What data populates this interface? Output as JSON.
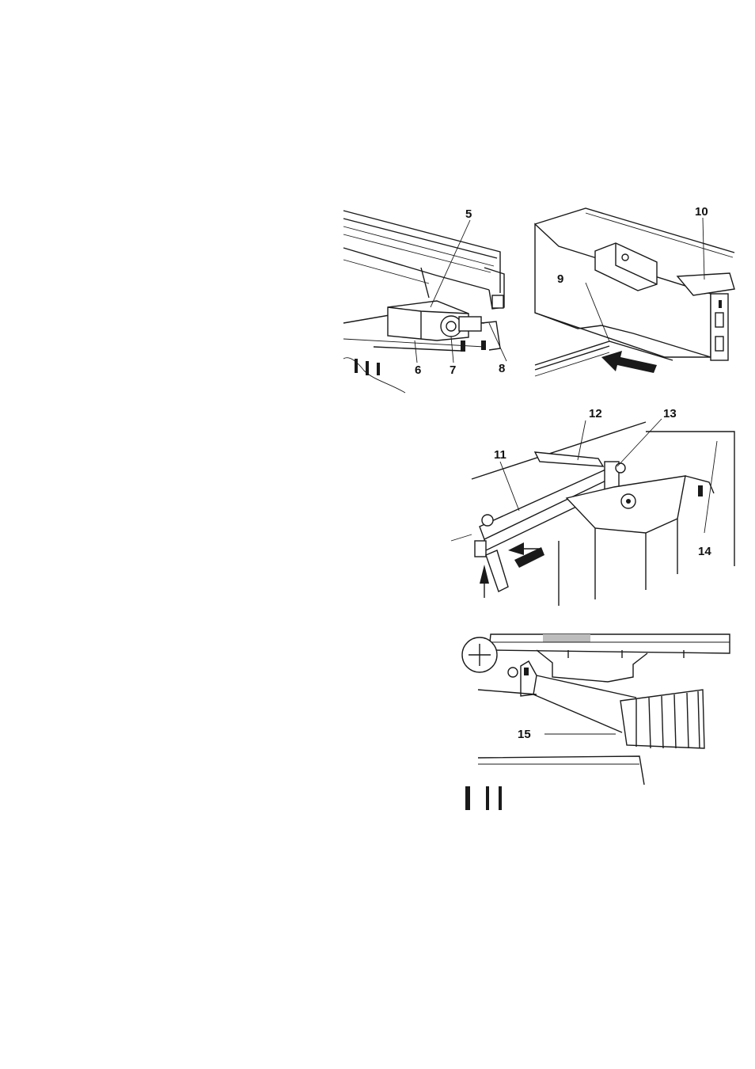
{
  "figures": [
    {
      "id": "fig-fence-clamp",
      "callouts": [
        "5",
        "6",
        "7",
        "8"
      ]
    },
    {
      "id": "fig-fence-slide",
      "callouts": [
        "9",
        "10"
      ],
      "caption_fragment": ""
    },
    {
      "id": "fig-guard",
      "callouts": [
        "11",
        "12",
        "13",
        "14"
      ]
    },
    {
      "id": "fig-extraction",
      "callouts": [
        "15"
      ]
    }
  ]
}
